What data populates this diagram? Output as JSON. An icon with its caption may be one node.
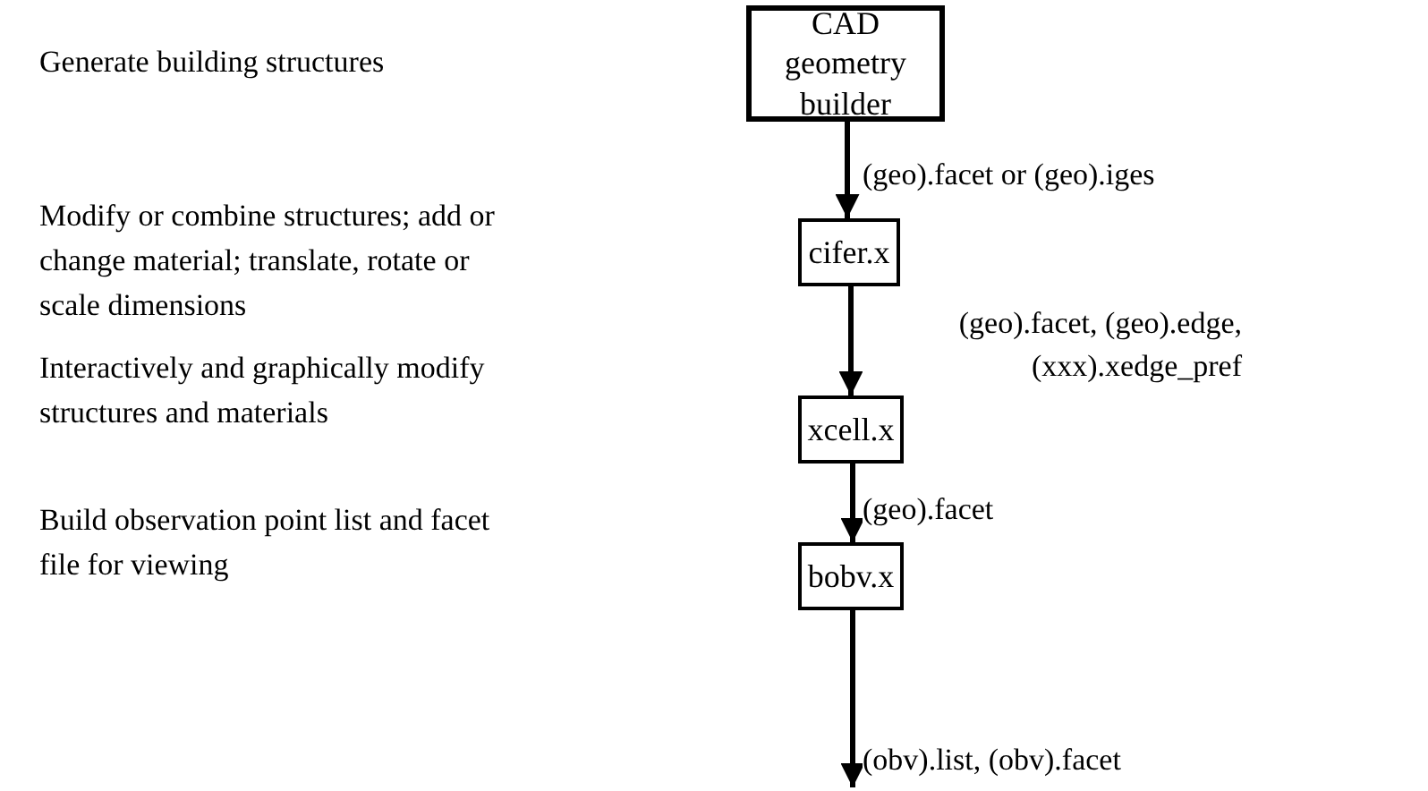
{
  "diagram": {
    "nodes": [
      {
        "text": [
          "CAD geometry builder"
        ]
      },
      {
        "text": [
          "cifer.x"
        ]
      },
      {
        "text": [
          "xcell.x"
        ]
      },
      {
        "text": [
          "bobv.x"
        ]
      }
    ],
    "edges": [
      {
        "from": 0,
        "to": 1,
        "arrow": "to",
        "label": "(geo).facet or (geo).iges"
      },
      {
        "from": 1,
        "to": 2,
        "arrow": "to",
        "label": "(geo).facet, (geo).edge, (xxx).xedge_pref"
      },
      {
        "from": 2,
        "to": 3,
        "arrow": "to",
        "label": "(geo).facet"
      },
      {
        "from": 3,
        "to": null,
        "arrow": "to",
        "label": "(obv).list, (obv).facet"
      }
    ],
    "labels": [
      "Generate building structures",
      "Modify or combine structures; add or change material; translate, rotate or scale dimensions",
      "Interactively and graphically modify structures and materials",
      "Build observation point list and facet file for viewing"
    ]
  }
}
